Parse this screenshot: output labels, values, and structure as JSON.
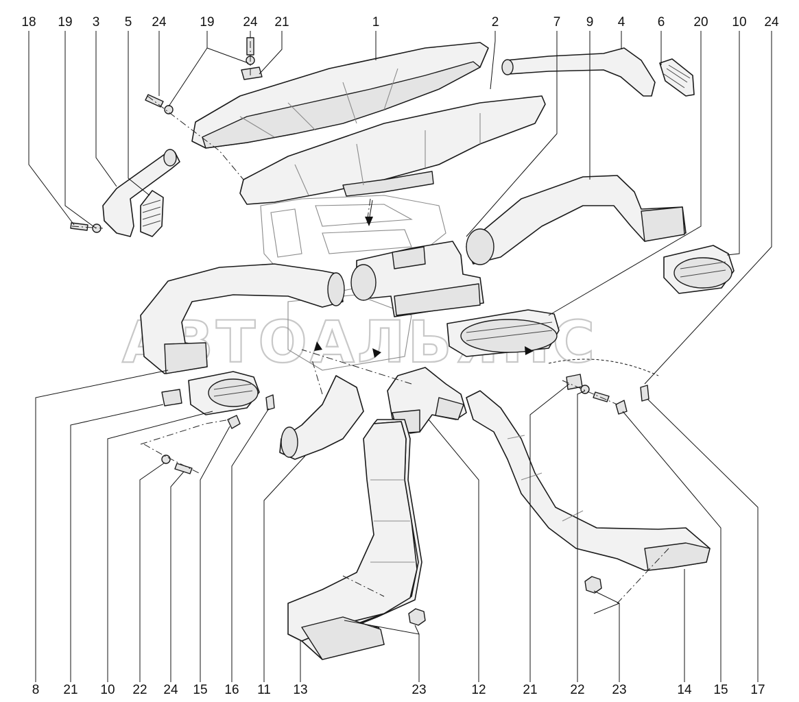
{
  "watermark": "АВТОАЛЬЯНС",
  "colors": {
    "line": "#1a1a1a",
    "fill": "#f2f2f2",
    "watermark": "#c8c8c8"
  },
  "labels_top": [
    "18",
    "19",
    "3",
    "5",
    "24",
    "19",
    "24",
    "21",
    "1",
    "2",
    "7",
    "9",
    "4",
    "6",
    "20",
    "10",
    "24"
  ],
  "labels_bottom": [
    "8",
    "21",
    "10",
    "22",
    "24",
    "15",
    "16",
    "11",
    "13",
    "23",
    "12",
    "21",
    "22",
    "23",
    "14",
    "15",
    "17"
  ]
}
